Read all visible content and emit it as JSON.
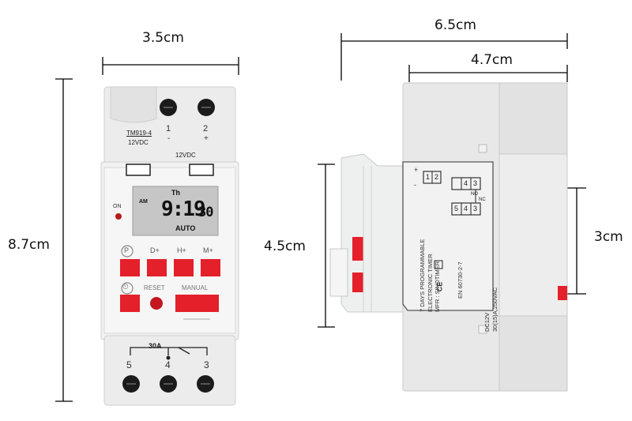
{
  "dimensions": {
    "front_width": "3.5cm",
    "front_height": "8.7cm",
    "side_width_total": "6.5cm",
    "side_width_body": "4.7cm",
    "side_height_body": "4.5cm",
    "side_height_front": "3cm"
  },
  "front_panel": {
    "model": "TM919-4",
    "power": "12VDC",
    "terminal_1": "1",
    "terminal_2": "2",
    "minus": "-",
    "plus": "+",
    "power_bottom": "12VDC",
    "on_label": "ON",
    "lcd_day": "Th",
    "lcd_ampm": "AM",
    "lcd_time": "9:19",
    "lcd_seconds": "30",
    "lcd_mode": "AUTO",
    "btn_p": "P",
    "btn_d": "D+",
    "btn_h": "H+",
    "btn_m": "M+",
    "btn_clock": "⏲",
    "reset_label": "RESET",
    "manual_label": "MANUAL",
    "amp_label": "30A",
    "terminal_5": "5",
    "terminal_4": "4",
    "terminal_3": "3"
  },
  "side_label": {
    "plus": "+",
    "minus": "-",
    "t1": "1",
    "t2": "2",
    "t3": "3",
    "t4": "4",
    "t5": "5",
    "no": "NO",
    "nc": "NC",
    "line1": "7 DAYS PROGRAMMABLE",
    "line2": "ELECTRONIC TIMER",
    "line3": "MFR : SINOTIMER",
    "ce": "CE",
    "standard": "EN 60730-2-7",
    "rating1": "DC12V",
    "rating2": "30(15)A,250VAC"
  },
  "colors": {
    "housing": "#ececec",
    "housing_shadow": "#d9d9d9",
    "button_red": "#e4202a",
    "lcd": "#c9c9c9",
    "dim_line": "#000000"
  }
}
